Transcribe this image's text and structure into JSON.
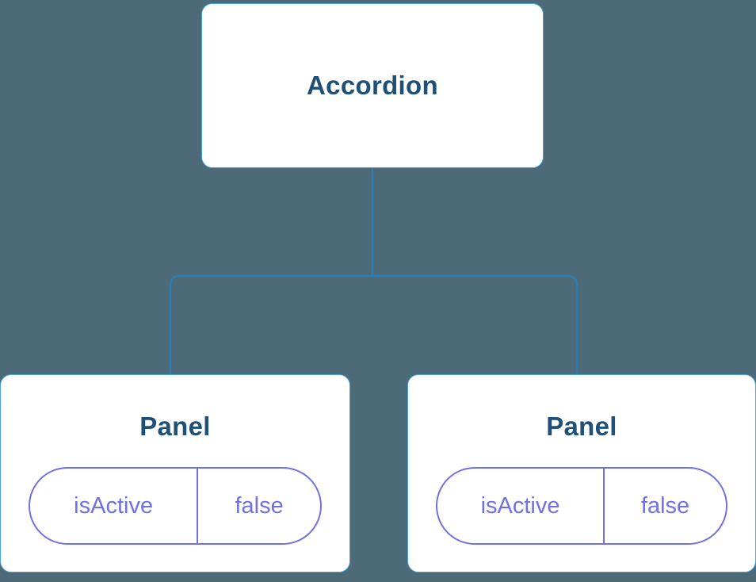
{
  "colors": {
    "background": "#4d6a79",
    "card_bg": "#ffffff",
    "card_border": "#47a6dd",
    "connector": "#2d7cb3",
    "title_text": "#1f5078",
    "state_accent": "#7171e2"
  },
  "tree": {
    "root": {
      "label": "Accordion"
    },
    "children": [
      {
        "label": "Panel",
        "state": {
          "key": "isActive",
          "value": "false"
        }
      },
      {
        "label": "Panel",
        "state": {
          "key": "isActive",
          "value": "false"
        }
      }
    ]
  }
}
